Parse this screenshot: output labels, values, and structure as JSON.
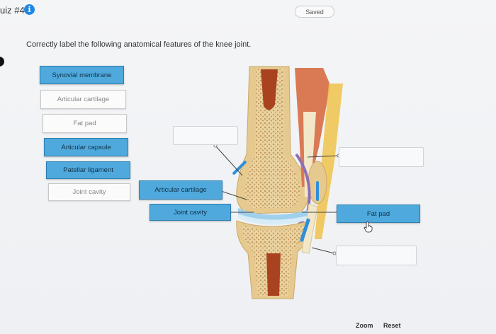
{
  "header": {
    "quiz_title": "uiz #4",
    "info_icon": "info-icon",
    "saved_label": "Saved"
  },
  "question": {
    "instruction": "Correctly label the following anatomical features of the knee joint."
  },
  "word_bank": [
    {
      "label": "Synovial membrane",
      "state": "available"
    },
    {
      "label": "Articular cartilage",
      "state": "used"
    },
    {
      "label": "Fat pad",
      "state": "used"
    },
    {
      "label": "Articular capsule",
      "state": "available"
    },
    {
      "label": "Patellar ligament",
      "state": "available"
    },
    {
      "label": "Joint cavity",
      "state": "used"
    }
  ],
  "placed_labels": {
    "articular_cartilage": "Articular cartilage",
    "joint_cavity": "Joint cavity",
    "fat_pad": "Fat pad"
  },
  "controls": {
    "zoom_label": "Zoom",
    "reset_label": "Reset"
  },
  "colors": {
    "chip_fill": "#4fa9dc",
    "chip_border": "#2d7fb1",
    "bone": "#e8cf9a",
    "marrow": "#a9431f",
    "muscle": "#d97a55",
    "cartilage": "#9fd0ec",
    "synovial": "#8d6fb5"
  }
}
